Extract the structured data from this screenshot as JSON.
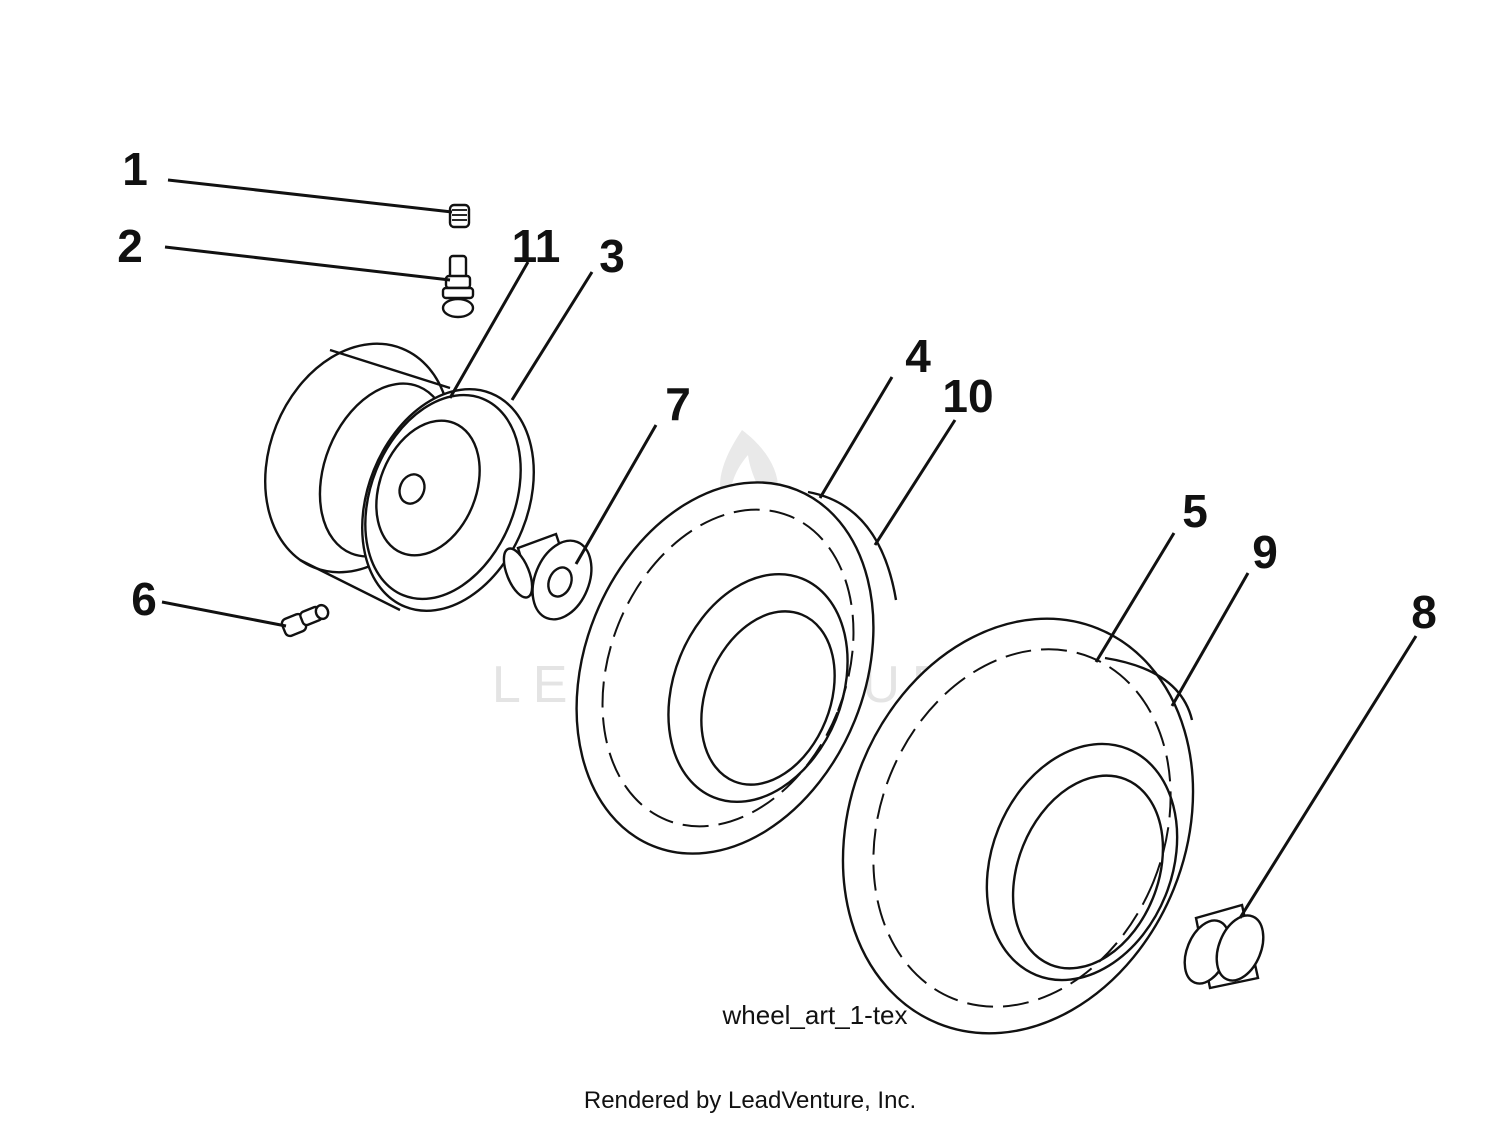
{
  "diagram": {
    "callouts": [
      {
        "id": "callout-1",
        "label": "1"
      },
      {
        "id": "callout-2",
        "label": "2"
      },
      {
        "id": "callout-3",
        "label": "3"
      },
      {
        "id": "callout-4",
        "label": "4"
      },
      {
        "id": "callout-5",
        "label": "5"
      },
      {
        "id": "callout-6",
        "label": "6"
      },
      {
        "id": "callout-7",
        "label": "7"
      },
      {
        "id": "callout-8",
        "label": "8"
      },
      {
        "id": "callout-9",
        "label": "9"
      },
      {
        "id": "callout-10",
        "label": "10"
      },
      {
        "id": "callout-11",
        "label": "11"
      }
    ],
    "art_id": "wheel_art_1-tex",
    "credit": "Rendered by LeadVenture, Inc.",
    "watermark": "LEADVENTURE"
  },
  "colors": {
    "line": "#111111",
    "background": "#ffffff",
    "watermark": "#e4e4e4"
  }
}
